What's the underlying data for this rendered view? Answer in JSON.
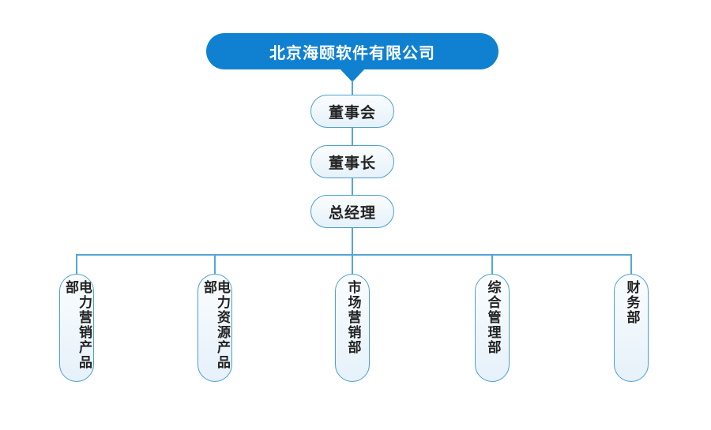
{
  "diagram": {
    "type": "org-chart",
    "root": {
      "label": "北京海颐软件有限公司"
    },
    "chain": [
      {
        "label": "董事会"
      },
      {
        "label": "董事长"
      },
      {
        "label": "总经理"
      }
    ],
    "departments": [
      {
        "label": "电力营销产品部"
      },
      {
        "label": "电力资源产品部"
      },
      {
        "label": "市场营销部"
      },
      {
        "label": "综合管理部"
      },
      {
        "label": "财务部"
      }
    ],
    "colors": {
      "root_bg": "#1081d0",
      "root_text": "#ffffff",
      "node_border": "#4d9fd2",
      "node_bg_top": "#fafdfe",
      "node_bg_bottom": "#e6f1fa",
      "line": "#55a5d6",
      "node_text": "#222222",
      "canvas_bg": "#ffffff"
    }
  }
}
